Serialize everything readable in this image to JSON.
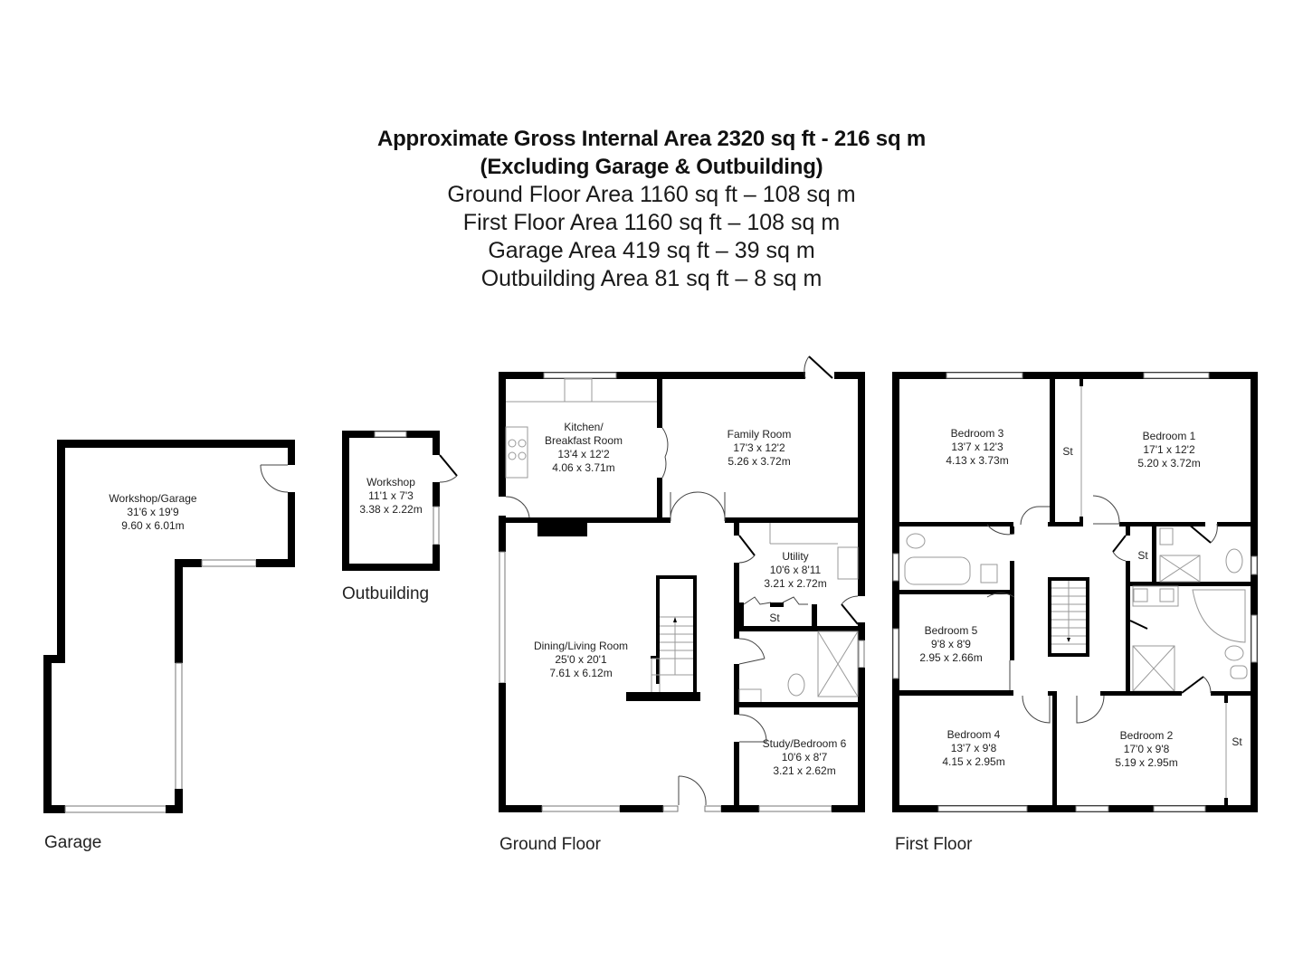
{
  "header": {
    "gross_area": "Approximate Gross Internal Area 2320 sq ft - 216 sq m",
    "excluding": "(Excluding Garage & Outbuilding)",
    "ground_floor_area": "Ground Floor Area 1160 sq ft – 108 sq m",
    "first_floor_area": "First Floor Area 1160 sq ft – 108 sq m",
    "garage_area": "Garage Area 419 sq ft – 39 sq m",
    "outbuilding_area": "Outbuilding Area 81 sq ft – 8 sq m"
  },
  "floors": {
    "garage": {
      "label": "Garage",
      "rooms": [
        {
          "name": "Workshop/Garage",
          "imperial": "31'6 x 19'9",
          "metric": "9.60 x 6.01m"
        }
      ]
    },
    "outbuilding": {
      "label": "Outbuilding",
      "rooms": [
        {
          "name": "Workshop",
          "imperial": "11'1 x 7'3",
          "metric": "3.38 x 2.22m"
        }
      ]
    },
    "ground": {
      "label": "Ground Floor",
      "rooms": [
        {
          "name": "Kitchen/",
          "name2": "Breakfast Room",
          "imperial": "13'4 x 12'2",
          "metric": "4.06 x 3.71m"
        },
        {
          "name": "Family Room",
          "imperial": "17'3 x 12'2",
          "metric": "5.26 x 3.72m"
        },
        {
          "name": "Utility",
          "imperial": "10'6 x 8'11",
          "metric": "3.21 x 2.72m"
        },
        {
          "name": "Dining/Living Room",
          "imperial": "25'0 x 20'1",
          "metric": "7.61 x 6.12m"
        },
        {
          "name": "Study/Bedroom 6",
          "imperial": "10'6 x 8'7",
          "metric": "3.21 x 2.62m"
        }
      ],
      "storage_label": "St"
    },
    "first": {
      "label": "First Floor",
      "rooms": [
        {
          "name": "Bedroom 3",
          "imperial": "13'7 x 12'3",
          "metric": "4.13 x 3.73m"
        },
        {
          "name": "Bedroom 1",
          "imperial": "17'1 x 12'2",
          "metric": "5.20 x 3.72m"
        },
        {
          "name": "Bedroom 5",
          "imperial": "9'8 x 8'9",
          "metric": "2.95 x 2.66m"
        },
        {
          "name": "Bedroom 4",
          "imperial": "13'7 x 9'8",
          "metric": "4.15 x 2.95m"
        },
        {
          "name": "Bedroom 2",
          "imperial": "17'0 x 9'8",
          "metric": "5.19 x 2.95m"
        }
      ],
      "storage_labels": [
        "St",
        "St",
        "St"
      ]
    }
  },
  "colors": {
    "wall": "#000000",
    "background": "#ffffff",
    "fixture": "#999999"
  }
}
